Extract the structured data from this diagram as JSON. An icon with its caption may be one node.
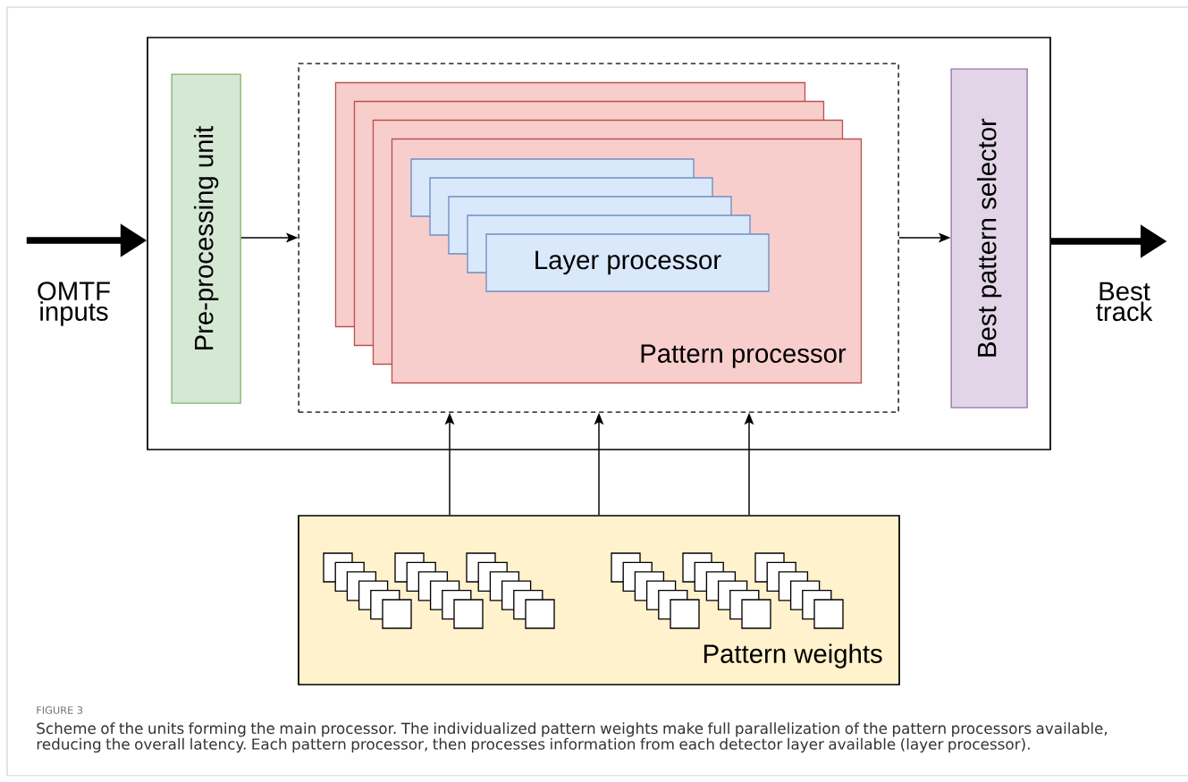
{
  "diagram": {
    "caption": "Scheme of the units forming the main processor. The individualized pattern weights make full parallelization of the pattern processors available, reducing the overall latency. Each pattern processor, then processes information from each detector layer available (layer processor).",
    "nodes": [
      {
        "text": [],
        "shape": "box"
      },
      {
        "text": [
          "OMTF inputs"
        ]
      },
      {
        "text": [
          "Pre-processing unit"
        ],
        "in": 0
      },
      {
        "text": [],
        "shape": "box",
        "in": 0
      },
      {
        "text": [],
        "shape": "box",
        "in": 3
      },
      {
        "text": [],
        "shape": "box",
        "in": 3
      },
      {
        "text": [],
        "shape": "box",
        "in": 3
      },
      {
        "text": [
          "Pattern processor"
        ],
        "in": 3
      },
      {
        "text": [],
        "shape": "box"
      },
      {
        "text": [],
        "shape": "box"
      },
      {
        "text": [],
        "shape": "box"
      },
      {
        "text": [],
        "shape": "box"
      },
      {
        "text": [
          "Layer processor"
        ]
      },
      {
        "text": [
          "Best pattern selector"
        ],
        "in": 0
      },
      {
        "text": [
          "Best track"
        ]
      },
      {
        "text": [
          "Pattern weights"
        ]
      }
    ],
    "edges": [
      {
        "from": 1,
        "to": 0,
        "arrow": "to",
        "style": "thick"
      },
      {
        "from": 2,
        "to": 3,
        "arrow": "to"
      },
      {
        "from": 3,
        "to": 13,
        "arrow": "to"
      },
      {
        "from": 0,
        "to": 14,
        "arrow": "to",
        "style": "thick"
      },
      {
        "from": 15,
        "to": 3,
        "arrow": "to"
      },
      {
        "from": 15,
        "to": 3,
        "arrow": "to"
      },
      {
        "from": 15,
        "to": 3,
        "arrow": "to"
      }
    ],
    "labels": [
      "FIGURE 3"
    ]
  }
}
